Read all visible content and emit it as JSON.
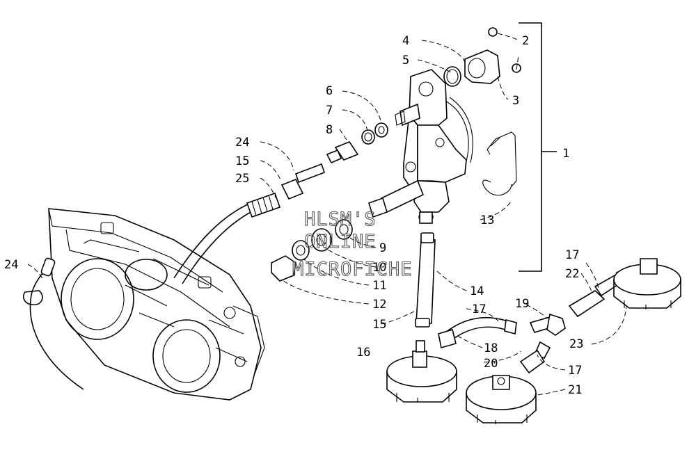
{
  "watermark": {
    "line1": "HLSM'S",
    "line2": "ONLINE",
    "line3": "MICROFICHE"
  },
  "labels": {
    "l1": "1",
    "l2": "2",
    "l3": "3",
    "l4": "4",
    "l5": "5",
    "l6": "6",
    "l7": "7",
    "l8": "8",
    "l9": "9",
    "l10": "10",
    "l11": "11",
    "l12": "12",
    "l13": "13",
    "l14": "14",
    "l15a": "15",
    "l15b": "15",
    "l16": "16",
    "l17a": "17",
    "l17b": "17",
    "l17c": "17",
    "l18": "18",
    "l19": "19",
    "l20": "20",
    "l21": "21",
    "l22": "22",
    "l23": "23",
    "l24a": "24",
    "l24b": "24",
    "l25": "25"
  }
}
